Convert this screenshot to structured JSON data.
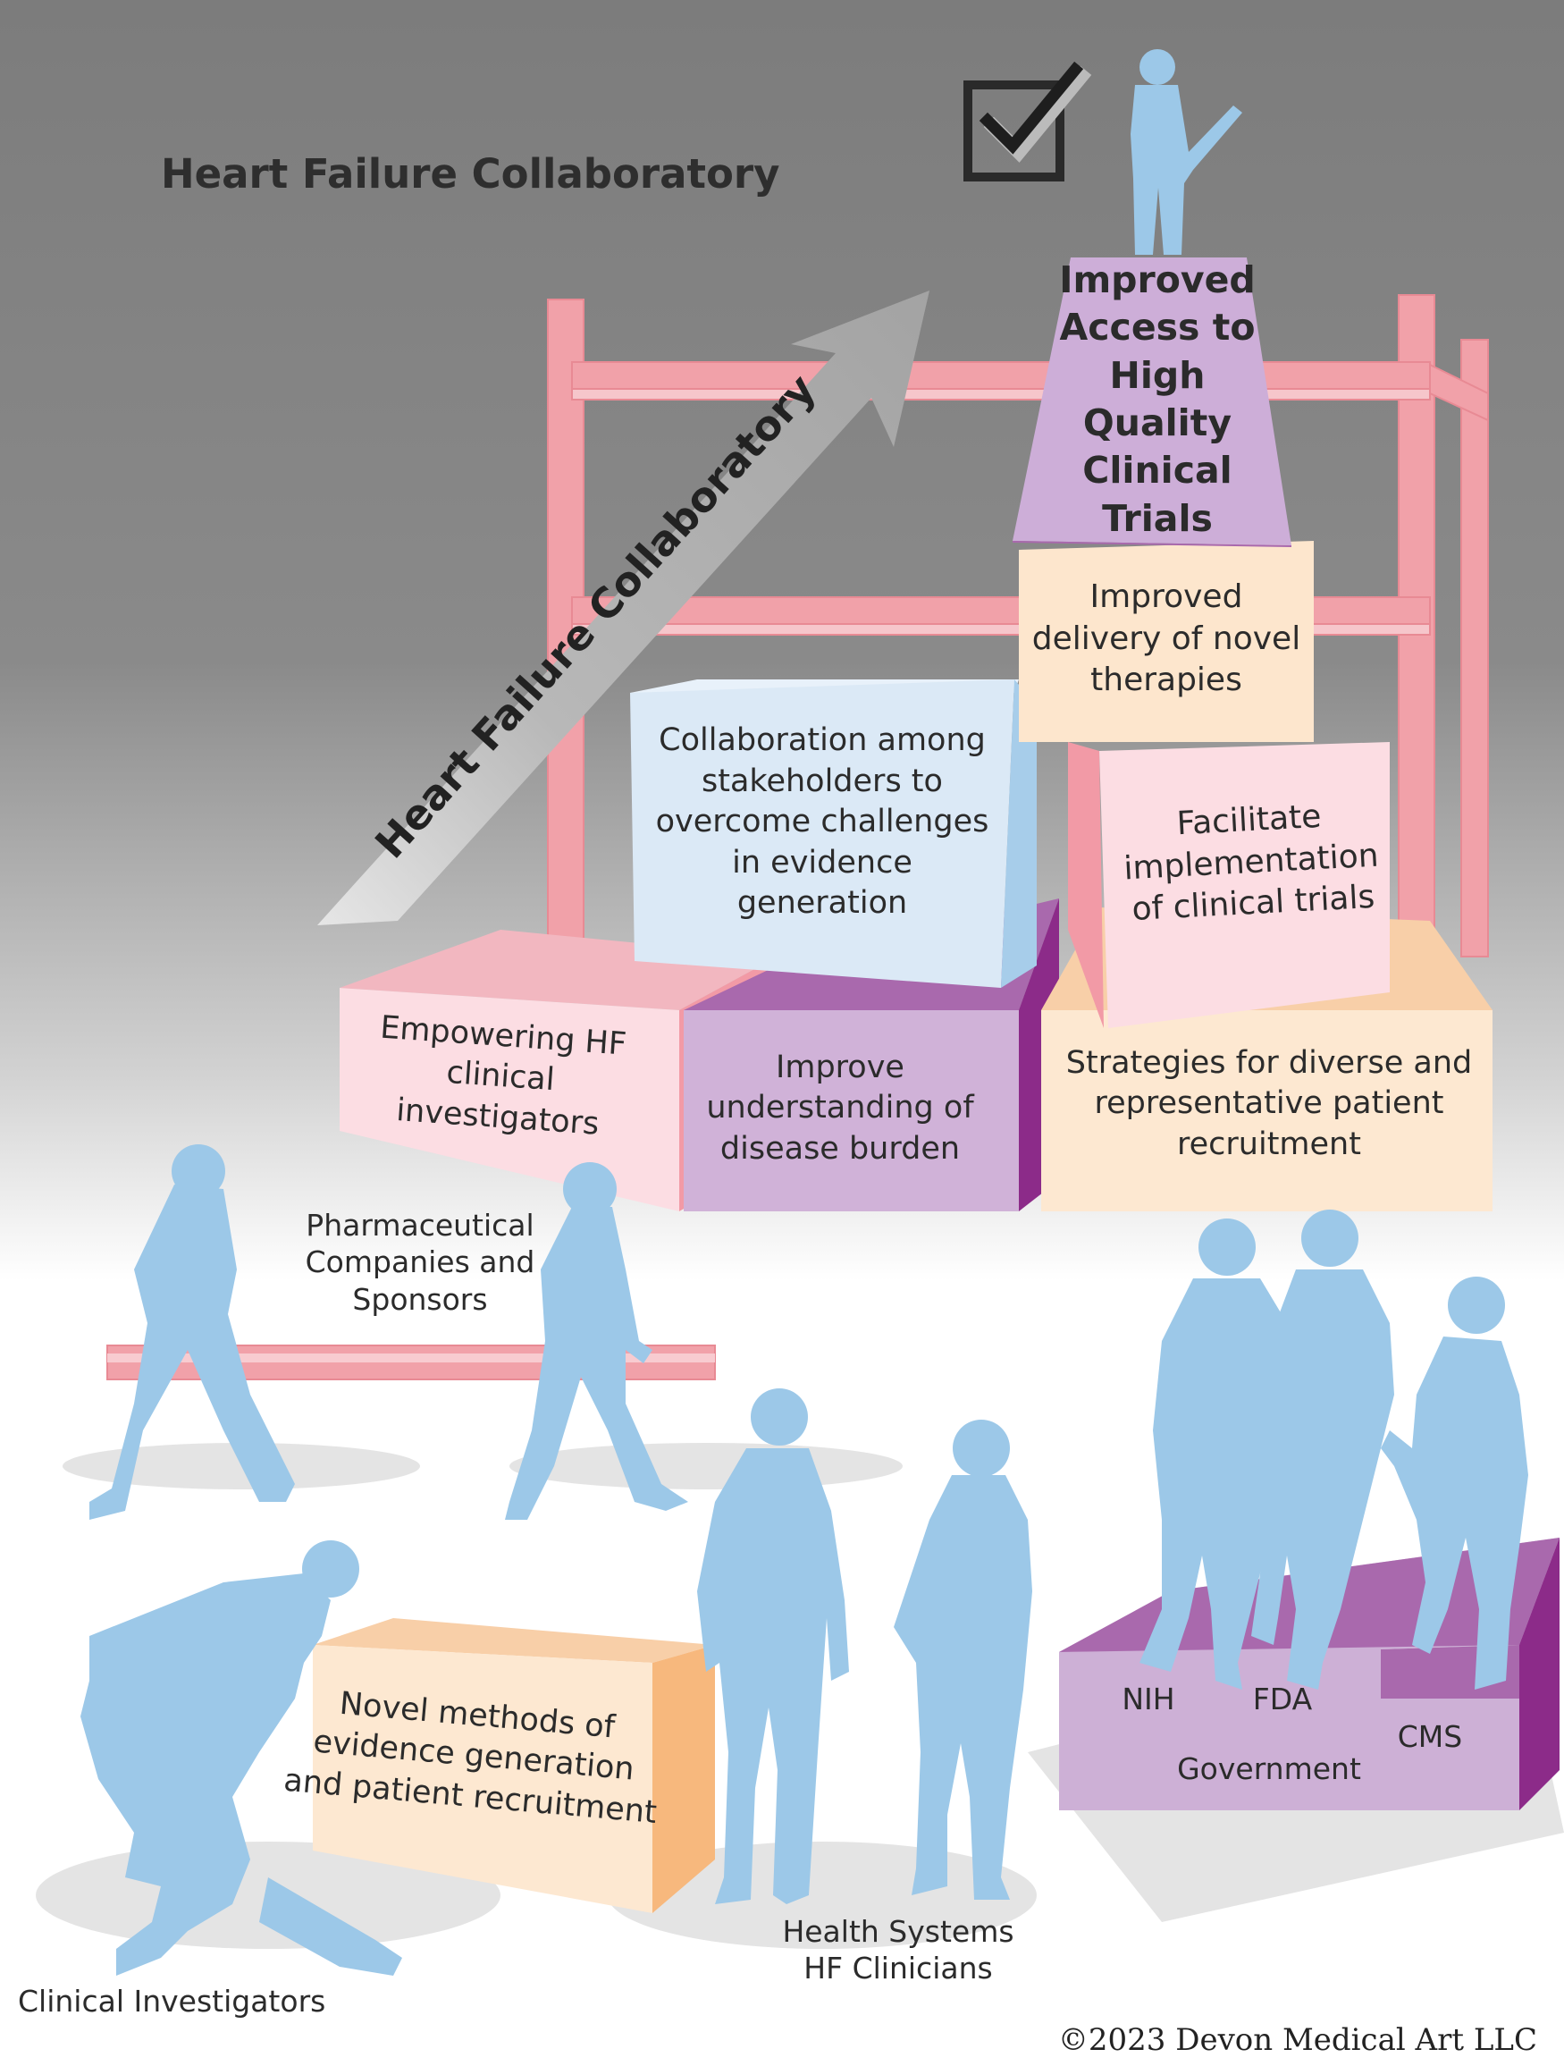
{
  "title": "Heart Failure Collaboratory",
  "arrow_label": "Heart Failure Collaboratory",
  "goal": "Improved Access to High Quality Clinical Trials",
  "blocks": {
    "delivery": "Improved delivery of novel therapies",
    "collaboration": "Collaboration among stakeholders to overcome challenges in evidence generation",
    "facilitate": "Facilitate implementation of clinical trials",
    "empowering": "Empowering HF clinical investigators",
    "understanding": "Improve understanding of disease burden",
    "strategies": "Strategies for diverse and representative patient recruitment",
    "novel_methods": "Novel methods of evidence generation and patient recruitment"
  },
  "groups": {
    "pharma": "Pharmaceutical Companies and Sponsors",
    "health_systems": "Health Systems HF Clinicians",
    "clinical_investigators": "Clinical Investigators",
    "government": "Government",
    "nih": "NIH",
    "fda": "FDA",
    "cms": "CMS"
  },
  "copyright": "©2023 Devon Medical Art LLC",
  "icons": [
    "checkbox-check-icon",
    "growth-arrow-icon"
  ],
  "colors": {
    "background_top": "#7d7d7d",
    "background_bottom": "#ffffff",
    "scaffold": "#f0a2aa",
    "people": "#9cc8e8",
    "purple": "#cfb0d8",
    "purple_dark": "#8e2e8a",
    "pink": "#fbdde2",
    "peach": "#fde7cf",
    "light_blue": "#dceaf6"
  }
}
